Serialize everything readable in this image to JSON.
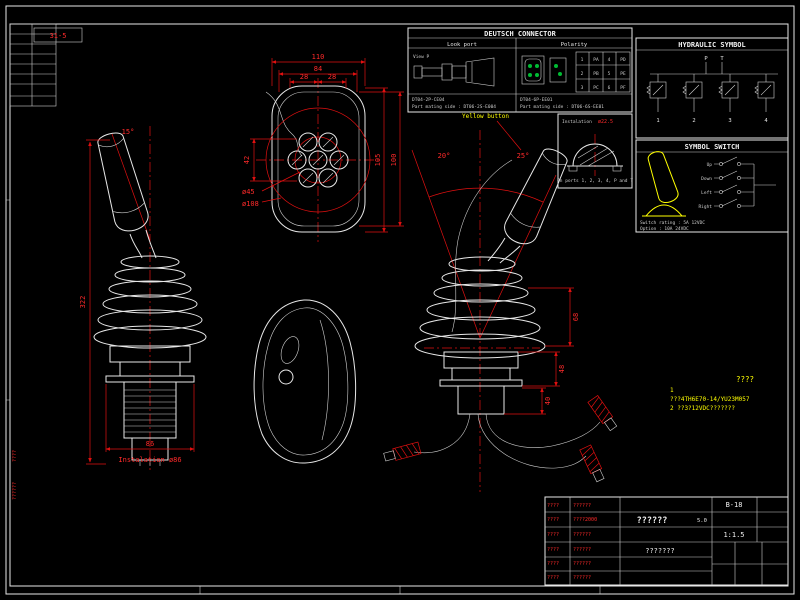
{
  "sheet": {
    "rev_box": "31-5",
    "left_note_1": "??????",
    "left_note_2": "????"
  },
  "front_view": {
    "angle": "15°",
    "height": "322",
    "width": "86",
    "install_note": "Instalation  ø86"
  },
  "top_view": {
    "d110": "110",
    "d84": "84",
    "d28a": "28",
    "d28b": "28",
    "d42": "42",
    "d100": "100",
    "d105": "105",
    "d45": "ø45",
    "d108": "ø108"
  },
  "side_view": {
    "angle_left": "20°",
    "angle_right": "25°",
    "d68": "68",
    "d48": "48",
    "d40": "40",
    "button_label": "Yellow button"
  },
  "deutsch": {
    "title": "DEUTSCH CONNECTOR",
    "look_port": {
      "header": "Look port",
      "view_label": "View P",
      "part_line1": "DT04-2P-CE04",
      "part_line2": "Part mating side : DT06-2S-E004"
    },
    "polarity": {
      "header": "Polarity",
      "pins": [
        [
          "1",
          "PA",
          "4",
          "PD"
        ],
        [
          "2",
          "PB",
          "5",
          "PE"
        ],
        [
          "3",
          "PC",
          "6",
          "PF"
        ]
      ],
      "part_line1": "DT04-6P-EE01",
      "part_line2": "Part mating side : DT06-6S-EE01"
    }
  },
  "round_mount": {
    "title_left": "Instalation",
    "title_dim": "ø22.5",
    "note": "On ports 1, 2, 3, 4, P and T"
  },
  "hydraulic": {
    "title": "HYDRAULIC SYMBOL",
    "p": "P",
    "t": "T",
    "ports": [
      "1",
      "2",
      "3",
      "4"
    ]
  },
  "switch": {
    "title": "SYMBOL SWITCH",
    "rows": [
      "Up",
      "Down",
      "Left",
      "Right"
    ],
    "notes": [
      "Switch rating : 5A 12VDC",
      "Option : 10A 24VDC"
    ]
  },
  "notes": {
    "title": "????",
    "lines": [
      "1",
      "???4TH6E70-14/YU23M057",
      "2 ??3?12VDC???????"
    ]
  },
  "title_block": {
    "code": "B-18",
    "weight": "5.0",
    "scale": "1:1.5",
    "part_name": "??????",
    "drawing_name": "???????",
    "rows": [
      {
        "label": "????",
        "value": "??????"
      },
      {
        "label": "????",
        "value": "????2000"
      },
      {
        "label": "????",
        "value": "??????"
      },
      {
        "label": "????",
        "value": "??????"
      },
      {
        "label": "????",
        "value": "??????"
      },
      {
        "label": "????",
        "value": "??????"
      }
    ]
  }
}
